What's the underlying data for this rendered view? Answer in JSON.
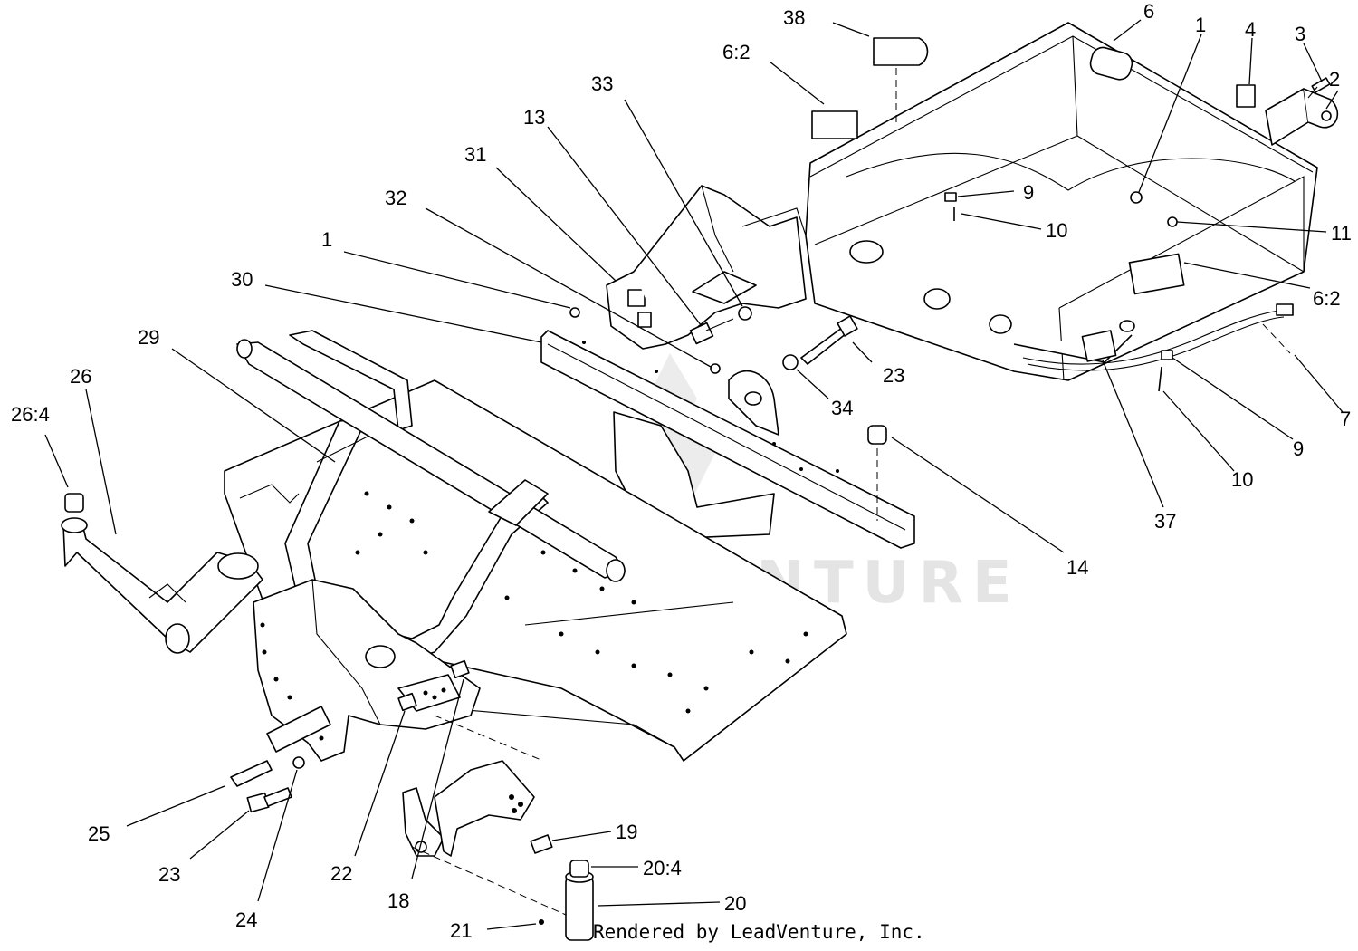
{
  "diagram": {
    "callouts": [
      {
        "id": "c38",
        "label": "38"
      },
      {
        "id": "c6",
        "label": "6"
      },
      {
        "id": "c1a",
        "label": "1"
      },
      {
        "id": "c4",
        "label": "4"
      },
      {
        "id": "c3",
        "label": "3"
      },
      {
        "id": "c2",
        "label": "2"
      },
      {
        "id": "c62a",
        "label": "6:2"
      },
      {
        "id": "c33",
        "label": "33"
      },
      {
        "id": "c13",
        "label": "13"
      },
      {
        "id": "c31",
        "label": "31"
      },
      {
        "id": "c32",
        "label": "32"
      },
      {
        "id": "c1b",
        "label": "1"
      },
      {
        "id": "c30",
        "label": "30"
      },
      {
        "id": "c9a",
        "label": "9"
      },
      {
        "id": "c10a",
        "label": "10"
      },
      {
        "id": "c11",
        "label": "11"
      },
      {
        "id": "c62b",
        "label": "6:2"
      },
      {
        "id": "c7",
        "label": "7"
      },
      {
        "id": "c9b",
        "label": "9"
      },
      {
        "id": "c10b",
        "label": "10"
      },
      {
        "id": "c37",
        "label": "37"
      },
      {
        "id": "c23a",
        "label": "23"
      },
      {
        "id": "c34",
        "label": "34"
      },
      {
        "id": "c14",
        "label": "14"
      },
      {
        "id": "c29",
        "label": "29"
      },
      {
        "id": "c26",
        "label": "26"
      },
      {
        "id": "c264",
        "label": "26:4"
      },
      {
        "id": "c25",
        "label": "25"
      },
      {
        "id": "c23b",
        "label": "23"
      },
      {
        "id": "c24",
        "label": "24"
      },
      {
        "id": "c22",
        "label": "22"
      },
      {
        "id": "c18",
        "label": "18"
      },
      {
        "id": "c19",
        "label": "19"
      },
      {
        "id": "c204",
        "label": "20:4"
      },
      {
        "id": "c20",
        "label": "20"
      },
      {
        "id": "c21",
        "label": "21"
      }
    ],
    "watermark_text": "LEADVENTURE",
    "credit_text": "Rendered by LeadVenture, Inc."
  }
}
